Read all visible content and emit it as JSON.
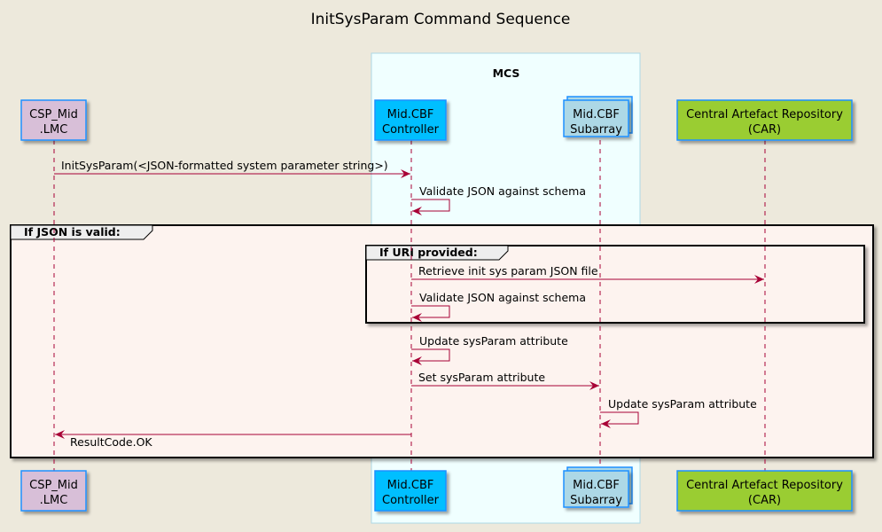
{
  "title": "InitSysParam Command Sequence",
  "box": {
    "label": "MCS",
    "fill": "#f0ffff",
    "stroke": "#add8e6"
  },
  "participants": [
    {
      "id": "lmc",
      "line1": "CSP_Mid",
      "line2": ".LMC",
      "fill": "#d8bfd8",
      "stroke": "#1e90ff",
      "stacked": false
    },
    {
      "id": "ctrl",
      "line1": "Mid.CBF",
      "line2": "Controller",
      "fill": "#00bfff",
      "stroke": "#1e90ff",
      "stacked": false
    },
    {
      "id": "sub",
      "line1": "Mid.CBF",
      "line2": "Subarray",
      "fill": "#add8e6",
      "stroke": "#1e90ff",
      "stacked": true
    },
    {
      "id": "car",
      "line1": "Central Artefact Repository",
      "line2": "(CAR)",
      "fill": "#9acd32",
      "stroke": "#1e90ff",
      "stacked": false
    }
  ],
  "fragments": [
    {
      "id": "outer",
      "label": "If JSON is valid:",
      "fill": "#fdf3ef"
    },
    {
      "id": "inner",
      "label": "If URI provided:",
      "fill": "#fdf3ef"
    }
  ],
  "messages": [
    {
      "id": "m1",
      "from": "lmc",
      "to": "ctrl",
      "label": "InitSysParam(<JSON-formatted system parameter string>)"
    },
    {
      "id": "m2",
      "from": "ctrl",
      "to": "ctrl",
      "label": "Validate JSON against schema"
    },
    {
      "id": "m3",
      "from": "ctrl",
      "to": "car",
      "label": "Retrieve init sys param JSON file"
    },
    {
      "id": "m4",
      "from": "ctrl",
      "to": "ctrl",
      "label": "Validate JSON  against schema"
    },
    {
      "id": "m5",
      "from": "ctrl",
      "to": "ctrl",
      "label": "Update sysParam attribute"
    },
    {
      "id": "m6",
      "from": "ctrl",
      "to": "sub",
      "label": "Set sysParam attribute"
    },
    {
      "id": "m7",
      "from": "sub",
      "to": "sub",
      "label": "Update sysParam attribute"
    },
    {
      "id": "m8",
      "from": "ctrl",
      "to": "lmc",
      "label": "ResultCode.OK"
    }
  ],
  "colors": {
    "arrow": "#a80036",
    "lifeline": "#a80036",
    "background": "#ede9dc"
  }
}
